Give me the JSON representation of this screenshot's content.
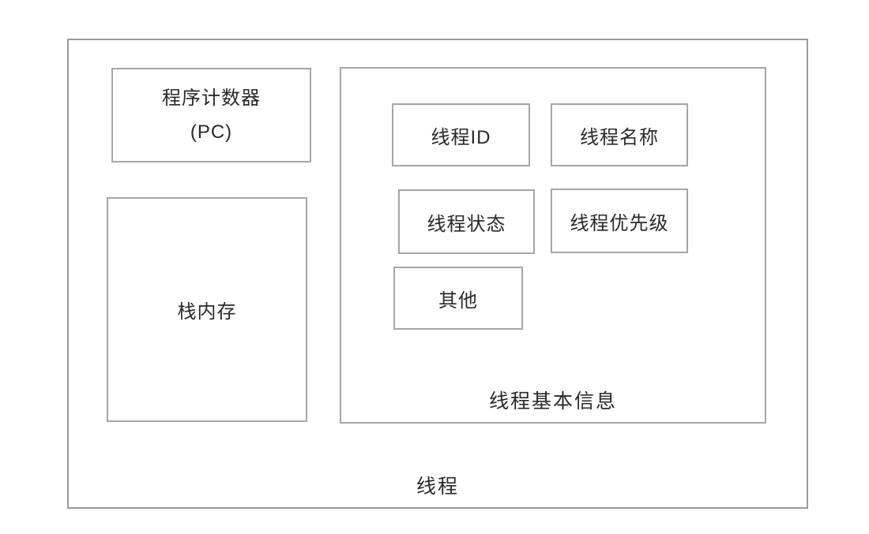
{
  "diagram": {
    "title": "thread-structure-diagram",
    "outer_label": "线程",
    "pc_box": {
      "line1": "程序计数器",
      "line2": "(PC)"
    },
    "stack_box": {
      "label": "栈内存"
    },
    "info_group": {
      "label": "线程基本信息",
      "items": [
        "线程ID",
        "线程名称",
        "线程状态",
        "线程优先级",
        "其他"
      ]
    },
    "colors": {
      "background": "#ffffff",
      "border": "#a6a6a6",
      "outer_border": "#9a9a9a",
      "text": "#2a2a2a"
    }
  }
}
